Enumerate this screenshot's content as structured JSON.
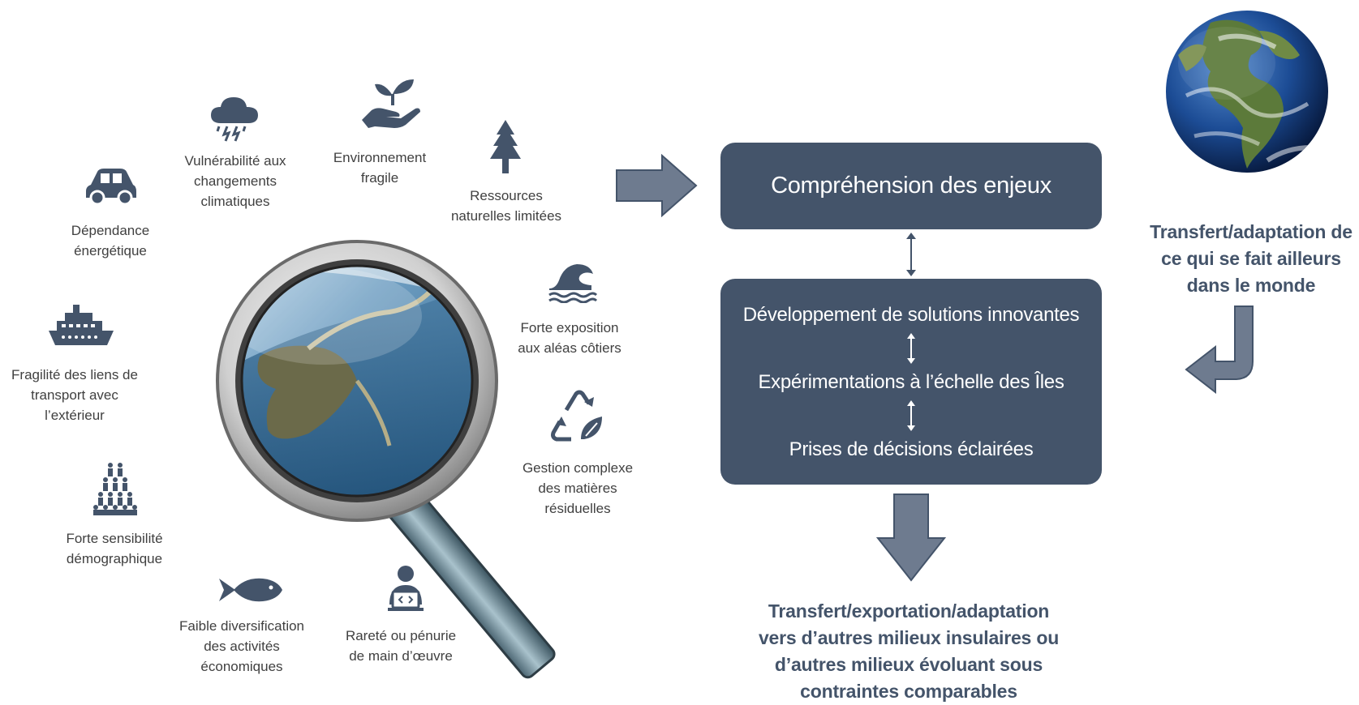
{
  "challenges": [
    {
      "id": "energy",
      "icon": "car-icon",
      "lines": [
        "Dépendance",
        "énergétique"
      ]
    },
    {
      "id": "climate",
      "icon": "storm-cloud-icon",
      "lines": [
        "Vulnérabilité aux",
        "changements",
        "climatiques"
      ]
    },
    {
      "id": "environment",
      "icon": "hand-plant-icon",
      "lines": [
        "Environnement",
        "fragile"
      ]
    },
    {
      "id": "resources",
      "icon": "tree-icon",
      "lines": [
        "Ressources",
        "naturelles limitées"
      ]
    },
    {
      "id": "coastal",
      "icon": "wave-icon",
      "lines": [
        "Forte exposition",
        "aux aléas côtiers"
      ]
    },
    {
      "id": "waste",
      "icon": "recycle-leaf-icon",
      "lines": [
        "Gestion complexe",
        "des matières",
        "résiduelles"
      ]
    },
    {
      "id": "labour",
      "icon": "worker-laptop-icon",
      "lines": [
        "Rareté ou pénurie",
        "de main d’œuvre"
      ]
    },
    {
      "id": "economy",
      "icon": "fish-icon",
      "lines": [
        "Faible diversification",
        "des activités",
        "économiques"
      ]
    },
    {
      "id": "demography",
      "icon": "crowd-icon",
      "lines": [
        "Forte sensibilité",
        "démographique"
      ]
    },
    {
      "id": "transport",
      "icon": "ship-icon",
      "lines": [
        "Fragilité des liens de",
        "transport avec",
        "l’extérieur"
      ]
    }
  ],
  "process": {
    "understanding": "Compréhension des enjeux",
    "steps": [
      "Développement de solutions innovantes",
      "Expérimentations à l’échelle des Îles",
      "Prises de décisions éclairées"
    ]
  },
  "outputs": {
    "export_lines": [
      "Transfert/exportation/adaptation",
      "vers d’autres milieux insulaires ou",
      "d’autres milieux évoluant sous",
      "contraintes comparables"
    ],
    "import_lines": [
      "Transfert/adaptation de",
      "ce qui se fait ailleurs",
      "dans le monde"
    ]
  },
  "colors": {
    "box": "#44546A",
    "arrow": "#6E7B8F",
    "icon": "#44546A",
    "text": "#404040"
  }
}
